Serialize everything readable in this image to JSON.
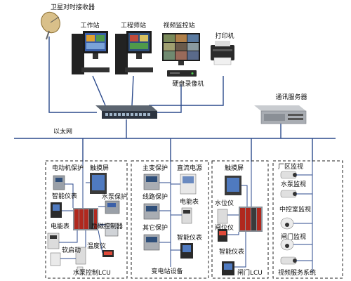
{
  "top": {
    "satellite": "卫星对时接收器",
    "workstation": "工作站",
    "engineer_station": "工程师站",
    "video_station": "视频监控站",
    "printer": "打印机",
    "nvr": "硬盘录像机",
    "comm_server": "通讯服务器",
    "ethernet": "以太网"
  },
  "box1": {
    "motor_protection": "电动机保护",
    "touchscreen": "触摸屏",
    "smart_meter": "智能仪表",
    "pump_protection": "水泵保护",
    "energy_meter": "电能表",
    "excitation_controller": "励磁控制器",
    "soft_start": "软启动",
    "temp_monitor": "温度仪",
    "pump_lcu": "水泵控制LCU"
  },
  "box2": {
    "transformer_protection": "主变保护",
    "dc_power": "直流电源",
    "line_protection": "线路保护",
    "energy_meter": "电能表",
    "other_protection": "其它保护",
    "smart_meter": "智能仪表",
    "substation_equipment": "变电站设备"
  },
  "box3": {
    "touchscreen": "触摸屏",
    "water_level": "水位仪",
    "gate_position": "闸位仪",
    "smart_meter": "智能仪表",
    "gate_lcu": "闸门LCU"
  },
  "box4": {
    "plant_monitor": "厂区监视",
    "pump_monitor": "水泵监视",
    "central_control_monitor": "中控室监视",
    "gate_monitor": "闸门监视",
    "video_system": "视频服务系统"
  },
  "colors": {
    "line": "#2b4a8c",
    "device_red": "#b0281e",
    "device_gray": "#8a8f96",
    "screen_blue": "#3a5fa8",
    "screen_green": "#4f9a4a"
  }
}
